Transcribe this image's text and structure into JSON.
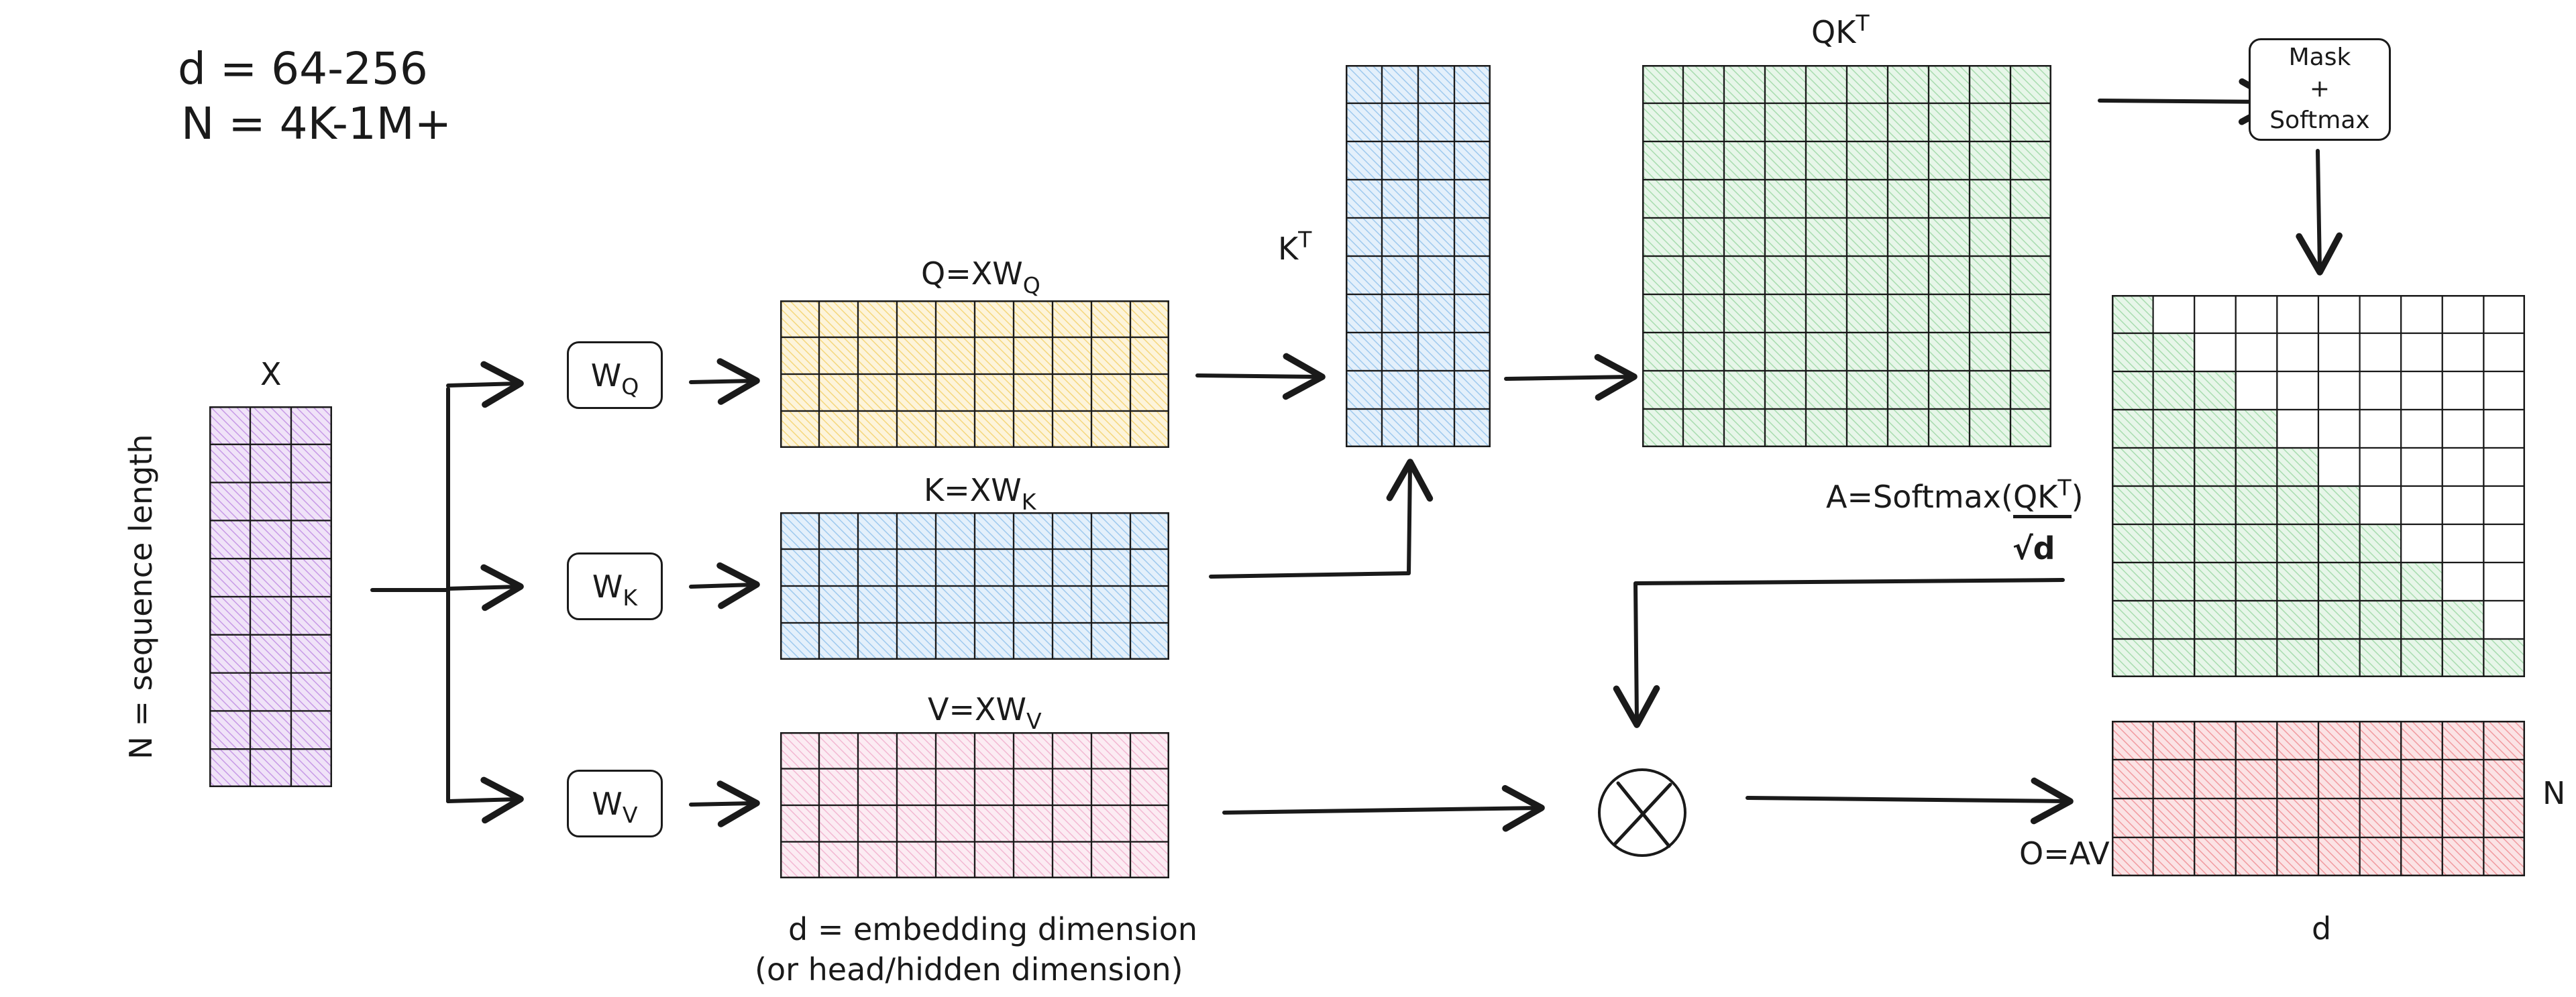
{
  "params": {
    "d_line": "d = 64-256",
    "n_line": "N = 4K-1M+"
  },
  "labels": {
    "x": "X",
    "n_axis": "N = sequence length",
    "wq": "W",
    "wq_sub": "Q",
    "wk": "W",
    "wk_sub": "K",
    "wv": "W",
    "wv_sub": "V",
    "q": "Q=XW",
    "q_sub": "Q",
    "k": "K=XW",
    "k_sub": "K",
    "v": "V=XW",
    "v_sub": "V",
    "embed_1": "d = embedding dimension",
    "embed_2": "(or head/hidden dimension)",
    "kt": "K",
    "kt_sup": "T",
    "qkt": "QK",
    "qkt_sup": "T",
    "mask_1": "Mask",
    "mask_2": "+",
    "mask_3": "Softmax",
    "a_prefix": "A=Softmax(",
    "a_qk": "QK",
    "a_sup": "T",
    "a_suffix": ")",
    "a_den": "√d",
    "o": "O=AV",
    "o_n": "N",
    "o_d": "d"
  },
  "colors": {
    "purple": "#c79ae6",
    "yellow": "#f5d77c",
    "blue": "#9ec9ee",
    "pink": "#f2b8d2",
    "green": "#a8dcaf",
    "red": "#f19a9f",
    "ink": "#1a1a1a"
  },
  "matrices": {
    "x": {
      "rows": 10,
      "cols": 3,
      "color": "purple"
    },
    "q": {
      "rows": 4,
      "cols": 10,
      "color": "yellow"
    },
    "k": {
      "rows": 4,
      "cols": 10,
      "color": "blue"
    },
    "v": {
      "rows": 4,
      "cols": 10,
      "color": "pink"
    },
    "kt": {
      "rows": 10,
      "cols": 4,
      "color": "blue"
    },
    "qkt": {
      "rows": 10,
      "cols": 10,
      "color": "green"
    },
    "a": {
      "rows": 10,
      "cols": 10,
      "color": "green",
      "masked": "lower-triangular"
    },
    "o": {
      "rows": 4,
      "cols": 10,
      "color": "red"
    }
  },
  "operator": {
    "symbol": "multiply"
  }
}
